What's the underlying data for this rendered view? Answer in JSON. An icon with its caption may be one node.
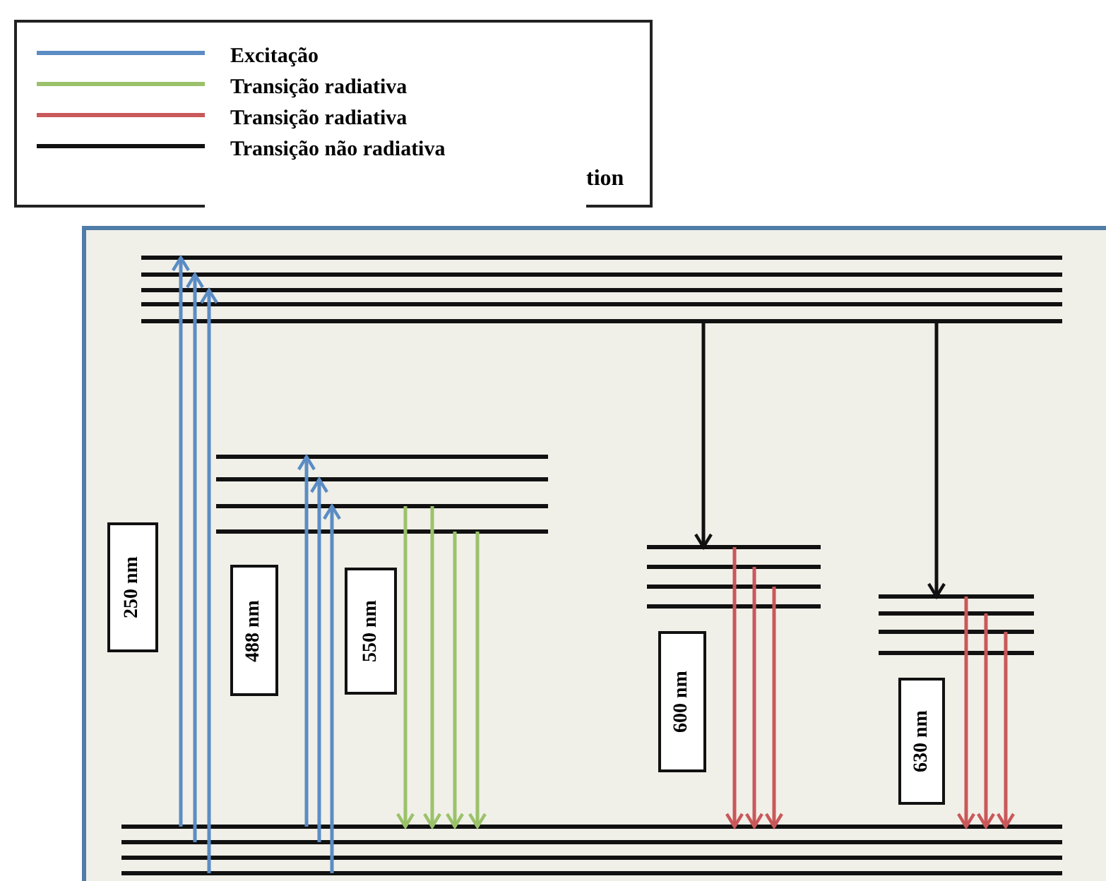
{
  "diagram": {
    "nodes": [
      {
        "text": [],
        "shape": "bar"
      },
      {
        "text": [],
        "shape": "bar"
      },
      {
        "text": [],
        "shape": "bar"
      },
      {
        "text": [],
        "shape": "bar"
      },
      {
        "text": [],
        "shape": "bar"
      },
      {
        "text": [
          "250 nm"
        ]
      },
      {
        "text": [
          "488 nm"
        ]
      },
      {
        "text": [
          "550 nm"
        ]
      },
      {
        "text": [
          "600 nm"
        ]
      },
      {
        "text": [
          "630 nm"
        ]
      }
    ],
    "edges": [
      {
        "from": 4,
        "to": 0,
        "arrow": "to",
        "color": "#5b8cc4"
      },
      {
        "from": 4,
        "to": 0,
        "arrow": "to",
        "color": "#5b8cc4"
      },
      {
        "from": 4,
        "to": 0,
        "arrow": "to",
        "color": "#5b8cc4"
      },
      {
        "from": 4,
        "to": 1,
        "arrow": "to",
        "color": "#5b8cc4"
      },
      {
        "from": 4,
        "to": 1,
        "arrow": "to",
        "color": "#5b8cc4"
      },
      {
        "from": 4,
        "to": 1,
        "arrow": "to",
        "color": "#5b8cc4"
      },
      {
        "from": 1,
        "to": 4,
        "arrow": "to",
        "color": "#9bc26a"
      },
      {
        "from": 1,
        "to": 4,
        "arrow": "to",
        "color": "#9bc26a"
      },
      {
        "from": 1,
        "to": 4,
        "arrow": "to",
        "color": "#9bc26a"
      },
      {
        "from": 1,
        "to": 4,
        "arrow": "to",
        "color": "#9bc26a"
      },
      {
        "from": 0,
        "to": 2,
        "arrow": "to",
        "color": "#111111"
      },
      {
        "from": 0,
        "to": 3,
        "arrow": "to",
        "color": "#111111"
      },
      {
        "from": 2,
        "to": 4,
        "arrow": "to",
        "color": "#c9585a"
      },
      {
        "from": 2,
        "to": 4,
        "arrow": "to",
        "color": "#c9585a"
      },
      {
        "from": 2,
        "to": 4,
        "arrow": "to",
        "color": "#c9585a"
      },
      {
        "from": 3,
        "to": 4,
        "arrow": "to",
        "color": "#c9585a"
      },
      {
        "from": 3,
        "to": 4,
        "arrow": "to",
        "color": "#c9585a"
      },
      {
        "from": 3,
        "to": 4,
        "arrow": "to",
        "color": "#c9585a"
      }
    ],
    "labels": [
      "tion"
    ],
    "legend": [
      {
        "text": "Excitação",
        "color": "#5b8cc4"
      },
      {
        "text": "Transição radiativa",
        "color": "#9bc26a"
      },
      {
        "text": "Transição radiativa",
        "color": "#c9585a"
      },
      {
        "text": "Transição não radiativa",
        "color": "#111111"
      }
    ]
  }
}
